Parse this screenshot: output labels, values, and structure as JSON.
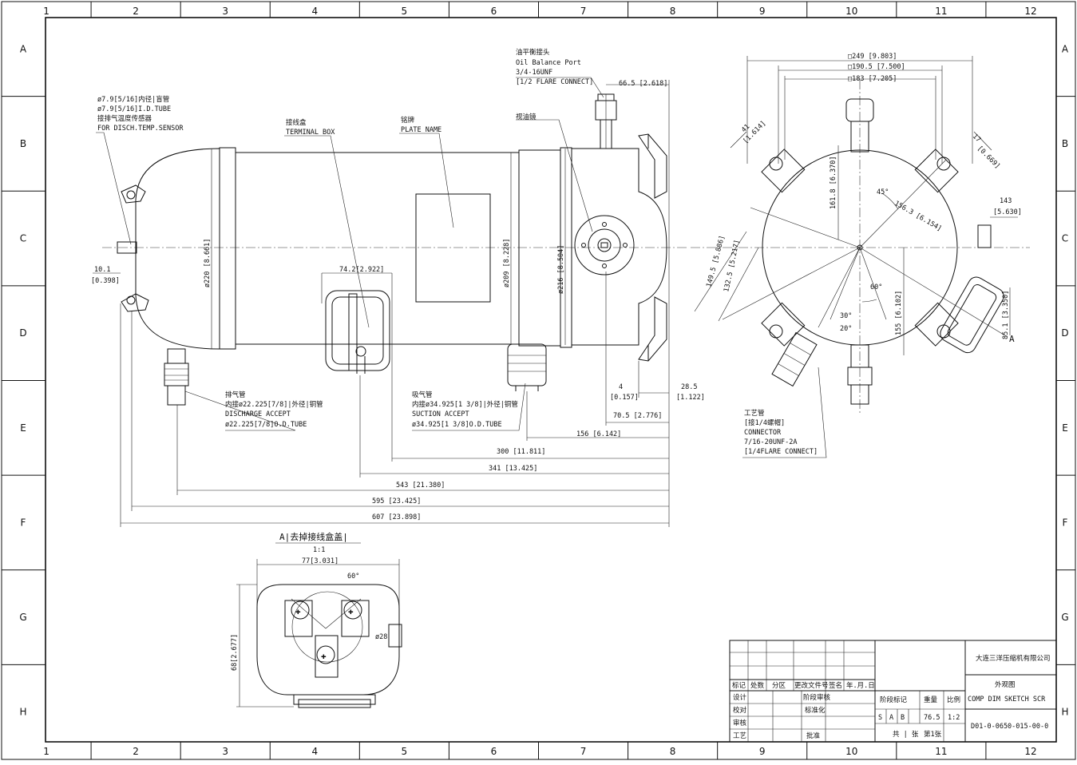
{
  "zones": {
    "columns": [
      "1",
      "2",
      "3",
      "4",
      "5",
      "6",
      "7",
      "8",
      "9",
      "10",
      "11",
      "12"
    ],
    "rows": [
      "A",
      "B",
      "C",
      "D",
      "E",
      "F",
      "G",
      "H"
    ]
  },
  "side_view": {
    "oil_port": [
      "油平衡接头",
      "Oil Balance Port",
      "3/4-16UNF",
      "[1/2 FLARE CONNECT]"
    ],
    "disch_sensor": [
      "ø7.9[5/16]内径|盲管",
      "ø7.9[5/16]I.D.TUBE",
      "接排气温度传感器",
      "FOR DISCH.TEMP.SENSOR"
    ],
    "terminal_box": [
      "接线盒",
      "TERMINAL BOX"
    ],
    "plate_name": [
      "铭牌",
      "PLATE NAME"
    ],
    "sight_glass": "视油镜",
    "discharge": [
      "排气管",
      "内接ø22.225[7/8]|外径|铜管",
      "DISCHARGE ACCEPT",
      "ø22.225[7/8]O.D.TUBE"
    ],
    "suction": [
      "吸气管",
      "内接ø34.925[1 3/8]|外径|铜管",
      "SUCTION ACCEPT",
      "ø34.925[1 3/8]O.D.TUBE"
    ],
    "dims": {
      "d_66_5": "66.5 [2.618]",
      "d_10_1": "10.1",
      "d_10_1_in": "[0.398]",
      "d_74_2": "74.2[2.922]",
      "dia_220": "ø220 [8.661]",
      "dia_209": "ø209 [8.228]",
      "dia_216": "ø216 [8.504]",
      "d_4": "4",
      "d_4_in": "[0.157]",
      "d_28_5": "28.5",
      "d_28_5_in": "[1.122]",
      "d_70_5": "70.5 [2.776]",
      "d_156": "156 [6.142]",
      "d_300": "300 [11.811]",
      "d_341": "341 [13.425]",
      "d_543": "543 [21.380]",
      "d_595": "595 [23.425]",
      "d_607": "607 [23.898]"
    }
  },
  "end_view": {
    "sq_249": "□249 [9.803]",
    "sq_190_5": "□190.5 [7.500]",
    "sq_183": "□183 [7.205]",
    "d_41": "41",
    "d_41_in": "[1.614]",
    "d_17": "17",
    "d_17_in": "[0.669]",
    "d_143": "143",
    "d_143_in": "[5.630]",
    "d_161_8": "161.8 [6.370]",
    "d_156_3": "156.3 [6.154]",
    "d_149_5": "149.5 [5.886]",
    "d_132_5": "132.5 [5.217]",
    "d_155": "155 [6.102]",
    "d_85_1": "85.1 [3.350]",
    "a_45": "45°",
    "a_60": "60°",
    "a_30": "30°",
    "a_20": "20°",
    "view_a": "A",
    "process": [
      "工艺管",
      "[接1/4螺帽]",
      "CONNECTOR",
      "7/16-20UNF-2A",
      "[1/4FLARE CONNECT]"
    ]
  },
  "detail": {
    "title": "A|去掉接线盒盖|",
    "scale": "1:1",
    "d_77": "77[3.031]",
    "d_68": "68[2.677]",
    "a_60": "60°",
    "dia_28": "ø28"
  },
  "title_block": {
    "company": "大连三洋压缩机有限公司",
    "drawing_name_cn": "外观图",
    "drawing_name_en": "COMP DIM SKETCH SCR",
    "drawing_no": "D01-0-0650-015-00-0",
    "rev_headers": [
      "标记",
      "处数",
      "分区",
      "更改文件号",
      "签名",
      "年.月.日"
    ],
    "row_labels": [
      "设计",
      "校对",
      "审核",
      "工艺"
    ],
    "mid_labels": [
      "阶段标记",
      "重量",
      "比例"
    ],
    "std_labels": [
      "标准化",
      "批准"
    ],
    "stage": [
      "S",
      "A",
      "B"
    ],
    "weight": "76.5",
    "ratio": "1:2",
    "sheets": "共 | 张",
    "sheet_no": "第1张",
    "sign_cell": "阶段审核"
  }
}
